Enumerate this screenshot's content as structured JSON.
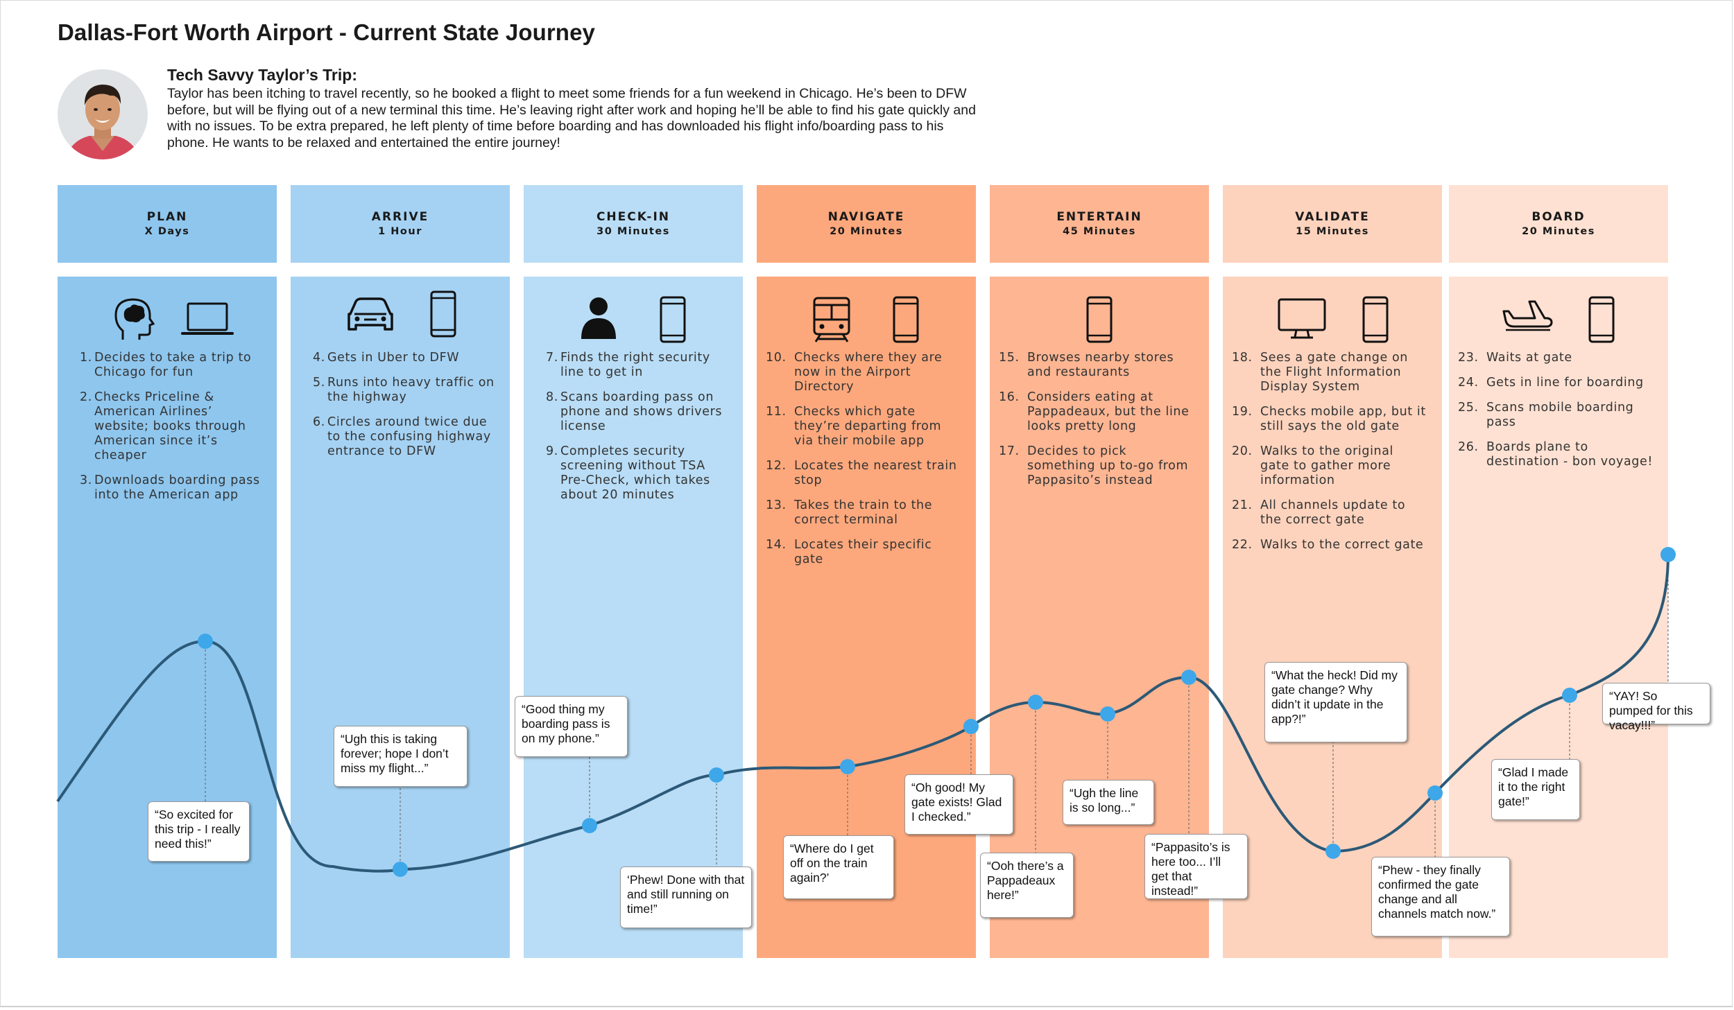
{
  "title": "Dallas-Fort Worth Airport - Current State Journey",
  "persona": {
    "name": "Tech Savvy Taylor’s Trip:",
    "description": "Taylor has been itching to travel recently, so he booked a flight to meet some friends for a fun weekend in Chicago. He’s been to DFW before, but will be flying out of a new terminal this time. He’s leaving right after work and hoping he’ll be able to find his gate quickly and with no issues. To be extra prepared, he left plenty of time before boarding and has downloaded his flight info/boarding pass to his phone.  He wants to be relaxed and entertained the entire journey!"
  },
  "colors": {
    "plan": "#8ec6ee",
    "arrive": "#a5d2f3",
    "checkin": "#b9ddf6",
    "navigate": "#fda87c",
    "entertain": "#fdb592",
    "validate": "#fdd3bd",
    "board": "#fee1d2",
    "curve": "#2c5977",
    "point": "#3da7ea"
  },
  "stages": [
    {
      "name": "PLAN",
      "duration": "X Days",
      "icons": [
        "brain-head-icon",
        "laptop-icon"
      ],
      "steps": [
        {
          "num": "1.",
          "text": "Decides to take a trip to Chicago for fun"
        },
        {
          "num": "2.",
          "text": "Checks Priceline & American Airlines’ website; books through American since it’s cheaper"
        },
        {
          "num": "3.",
          "text": "Downloads boarding pass into the American app"
        }
      ]
    },
    {
      "name": "ARRIVE",
      "duration": "1 Hour",
      "icons": [
        "car-icon",
        "phone-icon"
      ],
      "steps": [
        {
          "num": "4.",
          "text": "Gets in Uber to DFW"
        },
        {
          "num": "5.",
          "text": "Runs into heavy traffic on the highway"
        },
        {
          "num": "6.",
          "text": "Circles around twice due to the confusing highway entrance to DFW"
        }
      ]
    },
    {
      "name": "CHECK-IN",
      "duration": "30 Minutes",
      "icons": [
        "person-icon",
        "phone-icon"
      ],
      "steps": [
        {
          "num": "7.",
          "text": "Finds the right security line to get in"
        },
        {
          "num": "8.",
          "text": "Scans boarding pass on phone and shows drivers license"
        },
        {
          "num": "9.",
          "text": "Completes security screening without TSA Pre-Check, which takes about 20 minutes"
        }
      ]
    },
    {
      "name": "NAVIGATE",
      "duration": "20 Minutes",
      "icons": [
        "train-icon",
        "phone-icon"
      ],
      "steps": [
        {
          "num": "10.",
          "text": "Checks where they are now in the Airport Directory"
        },
        {
          "num": "11.",
          "text": "Checks which gate they’re departing from via their mobile app"
        },
        {
          "num": "12.",
          "text": "Locates the nearest train stop"
        },
        {
          "num": "13.",
          "text": "Takes the train to the correct terminal"
        },
        {
          "num": "14.",
          "text": "Locates their specific gate"
        }
      ]
    },
    {
      "name": "ENTERTAIN",
      "duration": "45 Minutes",
      "icons": [
        "phone-icon"
      ],
      "steps": [
        {
          "num": "15.",
          "text": "Browses nearby stores and restaurants"
        },
        {
          "num": "16.",
          "text": "Considers eating at Pappadeaux, but the line looks pretty long"
        },
        {
          "num": "17.",
          "text": "Decides to pick something up to-go from Pappasito’s instead"
        }
      ]
    },
    {
      "name": "VALIDATE",
      "duration": "15 Minutes",
      "icons": [
        "monitor-icon",
        "phone-icon"
      ],
      "steps": [
        {
          "num": "18.",
          "text": "Sees a gate change on the Flight Information Display System"
        },
        {
          "num": "19.",
          "text": "Checks mobile app, but it still says the old gate"
        },
        {
          "num": "20.",
          "text": "Walks to the original gate to gather more information"
        },
        {
          "num": "21.",
          "text": "All channels update to the correct gate"
        },
        {
          "num": "22.",
          "text": "Walks to the correct gate"
        }
      ]
    },
    {
      "name": "BOARD",
      "duration": "20 Minutes",
      "icons": [
        "airplane-icon",
        "phone-icon"
      ],
      "steps": [
        {
          "num": "23.",
          "text": "Waits at gate"
        },
        {
          "num": "24.",
          "text": "Gets in line for boarding"
        },
        {
          "num": "25.",
          "text": "Scans mobile boarding pass"
        },
        {
          "num": "26.",
          "text": "Boards plane to destination - bon voyage!"
        }
      ]
    }
  ],
  "quotes": [
    "“So excited for this trip - I really need this!”",
    "“Ugh this is taking forever; hope I don’t miss my flight...”",
    "“Good thing my boarding pass is on my phone.”",
    "‘Phew! Done with that and still running on time!”",
    "“Where do I get off on the train again?’",
    "“Oh good! My gate exists! Glad I checked.”",
    "“Ooh there’s a Pappadeaux here!”",
    "“Ugh the line is so long...”",
    "“Pappasito’s is here too... I’ll get that instead!”",
    "“What the heck! Did my gate change? Why didn’t it update in the app?!”",
    "“Phew - they finally confirmed the gate change and all channels match now.”",
    "“Glad I made it to the right gate!”",
    "“YAY! So pumped for this vacay!!!”"
  ]
}
